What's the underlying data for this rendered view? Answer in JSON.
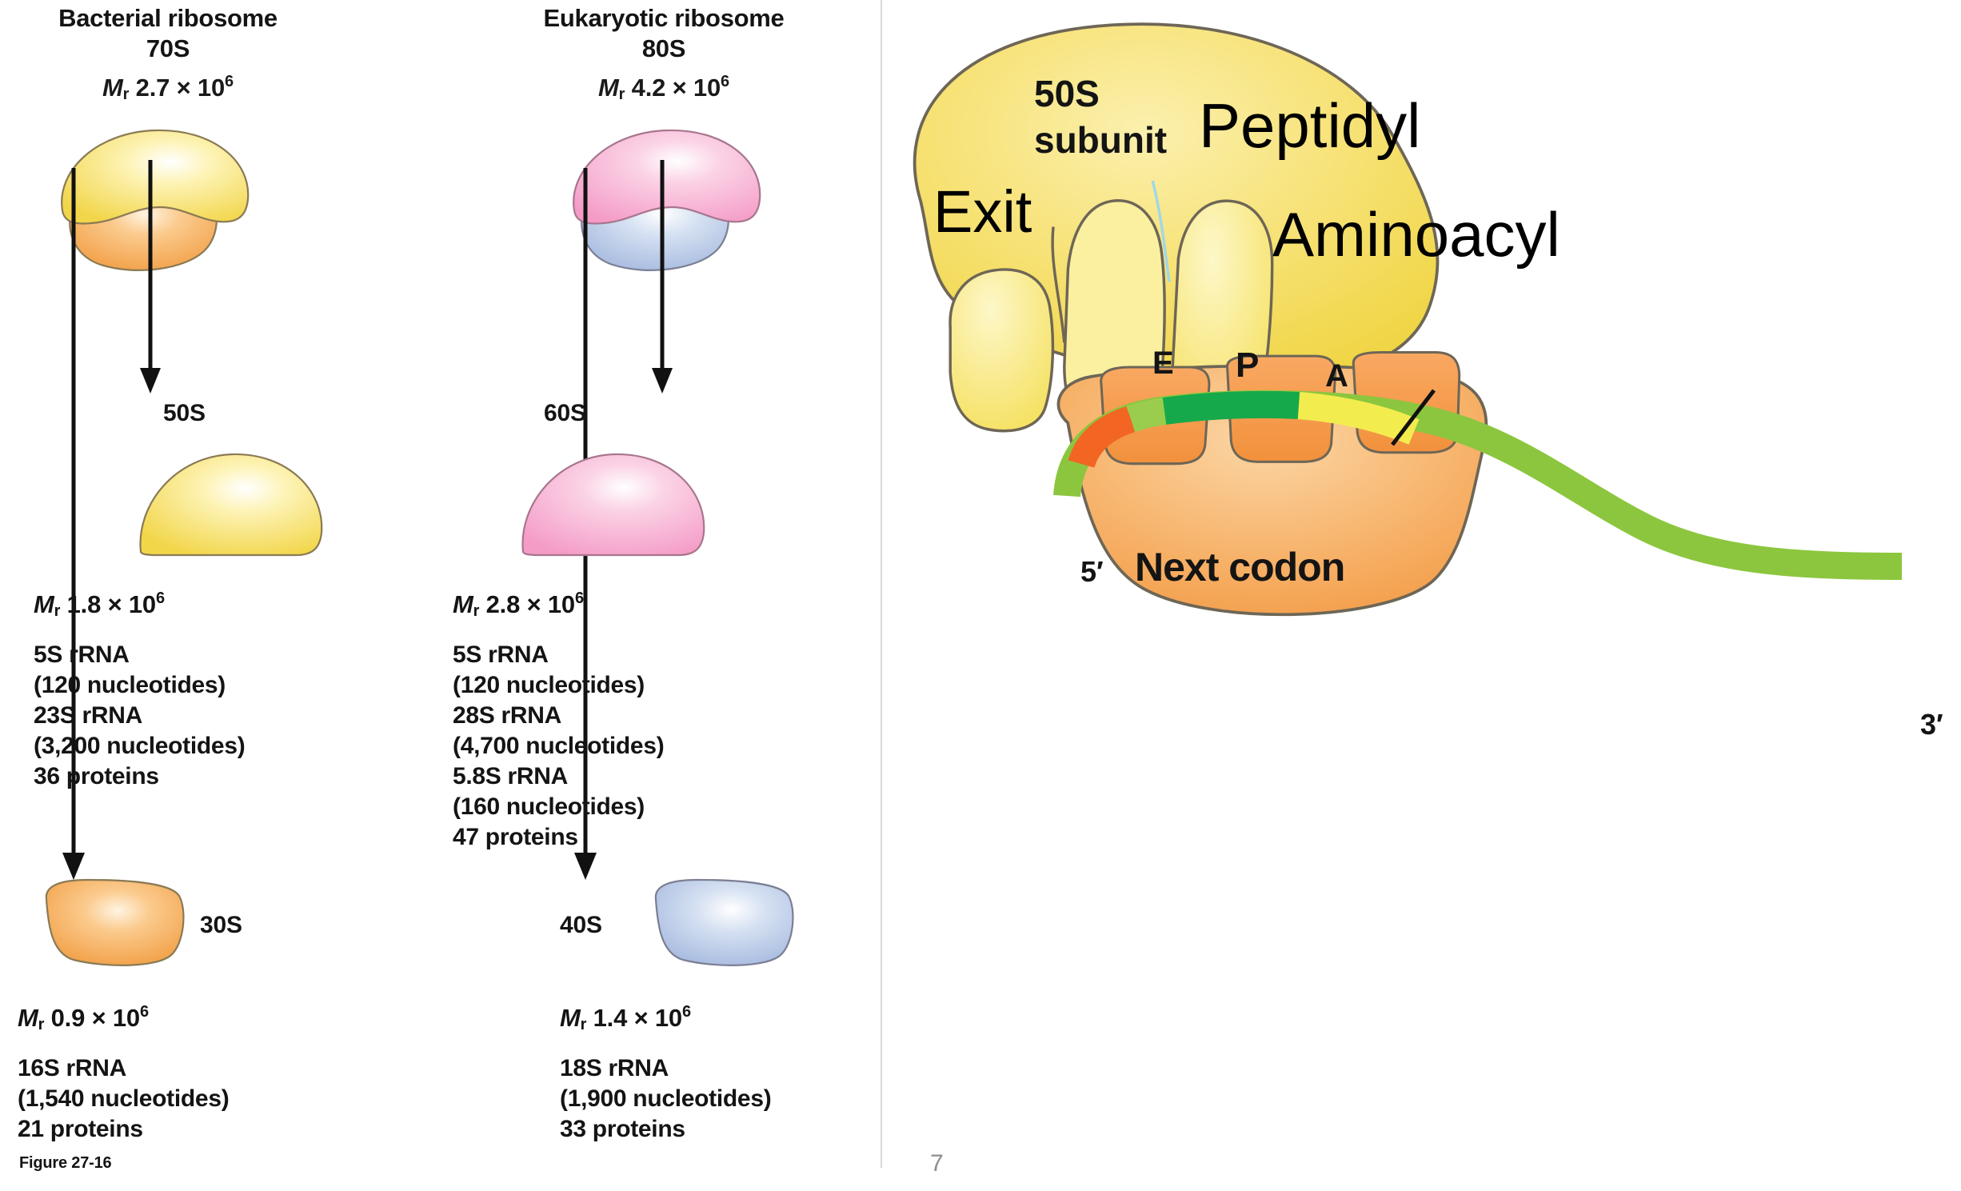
{
  "figure": {
    "caption": "Figure 27-16",
    "page_number": "7"
  },
  "columns": [
    {
      "id": "bacterial",
      "title": "Bacterial ribosome",
      "svedberg": "70S",
      "mr_prefix": "M",
      "mr_sub": "r",
      "mr_value": "2.7",
      "mr_times": "×",
      "mr_base": "10",
      "mr_exp": "6",
      "large_subunit": {
        "label": "50S",
        "mr_value": "1.8",
        "details": [
          "5S rRNA",
          "(120 nucleotides)",
          "23S rRNA",
          "(3,200 nucleotides)",
          "36 proteins"
        ]
      },
      "small_subunit": {
        "label": "30S",
        "mr_value": "0.9",
        "details": [
          "16S rRNA",
          "(1,540 nucleotides)",
          "21 proteins"
        ]
      }
    },
    {
      "id": "eukaryotic",
      "title": "Eukaryotic ribosome",
      "svedberg": "80S",
      "mr_prefix": "M",
      "mr_sub": "r",
      "mr_value": "4.2",
      "mr_times": "×",
      "mr_base": "10",
      "mr_exp": "6",
      "large_subunit": {
        "label": "60S",
        "mr_value": "2.8",
        "details": [
          "5S rRNA",
          "(120 nucleotides)",
          "28S rRNA",
          "(4,700 nucleotides)",
          "5.8S rRNA",
          "(160 nucleotides)",
          "47 proteins"
        ]
      },
      "small_subunit": {
        "label": "40S",
        "mr_value": "1.4",
        "details": [
          "18S rRNA",
          "(1,900 nucleotides)",
          "33 proteins"
        ]
      }
    }
  ],
  "ribosome_diagram": {
    "subunit_label_line1": "50S",
    "subunit_label_line2": "subunit",
    "site_e": "E",
    "site_p": "P",
    "site_a": "A",
    "annotation_exit": "Exit",
    "annotation_peptidyl": "Peptidyl",
    "annotation_aminoacyl": "Aminoacyl",
    "next_codon_label": "Next codon",
    "mrna_five_prime": "5′",
    "mrna_three_prime": "3′"
  },
  "colors": {
    "large_subunit_yellow": "#F5DD55",
    "large_subunit_yellow_light": "#FBF0A8",
    "small_subunit_orange": "#F5A64B",
    "small_subunit_orange_dark": "#F08A2E",
    "eukaryotic_pink": "#F5A8CD",
    "eukaryotic_blue": "#A8BCE0",
    "mrna_green": "#8CC63E",
    "codon_green_dark": "#16A94B",
    "codon_orange_red": "#F26522",
    "codon_yellow": "#F3EC4E",
    "outline": "#6E6656",
    "page_number_gray": "#8D8D8D"
  }
}
